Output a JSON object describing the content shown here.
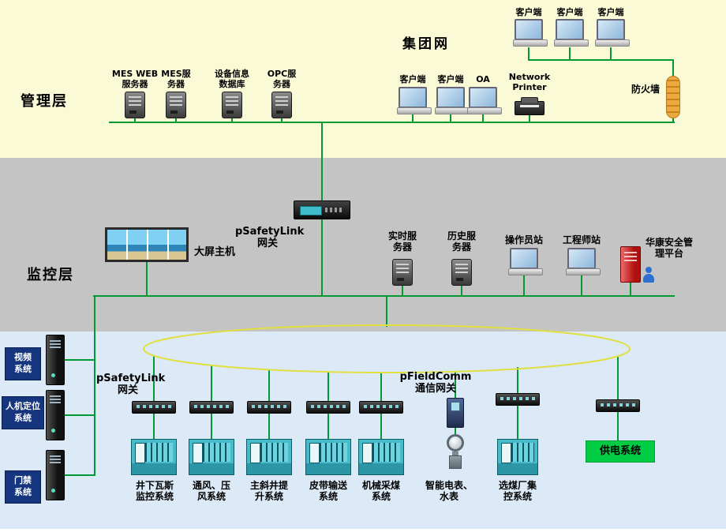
{
  "titles": {
    "management": "管理层",
    "monitoring": "监控层",
    "group_network": "集团网"
  },
  "management": {
    "servers": [
      {
        "label": "MES WEB\n服务器"
      },
      {
        "label": "MES服\n务器"
      },
      {
        "label": "设备信息\n数据库"
      },
      {
        "label": "OPC服\n务器"
      }
    ],
    "top_clients": [
      {
        "label": "客户端"
      },
      {
        "label": "客户端"
      },
      {
        "label": "客户端"
      }
    ],
    "lan_clients": [
      {
        "label": "客户端"
      },
      {
        "label": "客户端"
      },
      {
        "label": "OA"
      }
    ],
    "printer": "Network\nPrinter",
    "firewall": "防火墙"
  },
  "monitoring": {
    "gateway": "pSafetyLink\n网关",
    "big_screen": "大屏主机",
    "realtime_server": "实时服\n务器",
    "history_server": "历史服\n务器",
    "operator_station": "操作员站",
    "engineer_station": "工程师站",
    "platform": "华康安全管\n理平台"
  },
  "field": {
    "left_systems": [
      {
        "label": "视频\n系统"
      },
      {
        "label": "人机定位\n系统"
      },
      {
        "label": "门禁\n系统"
      }
    ],
    "gateway": "pSafetyLink\n网关",
    "comm_gateway": "pFieldComm\n通信网关",
    "systems": [
      {
        "label": "井下瓦斯\n监控系统"
      },
      {
        "label": "通风、压\n风系统"
      },
      {
        "label": "主斜井提\n升系统"
      },
      {
        "label": "皮带输送\n系统"
      },
      {
        "label": "机械采煤\n系统"
      }
    ],
    "meters": "智能电表、\n水表",
    "coal_prep": "选煤厂集\n控系统",
    "power": "供电系统"
  },
  "colors": {
    "management_band": "#FAFAD6",
    "monitoring_band": "#C4C4C4",
    "field_band": "#DCE9F6",
    "wire_green": "#009933",
    "ring_yellow": "#E0E040",
    "firewall_orange": "#EDA93F",
    "platform_red": "#B01010",
    "system_label_navy": "#15357F",
    "power_label_green": "#00CC44"
  }
}
